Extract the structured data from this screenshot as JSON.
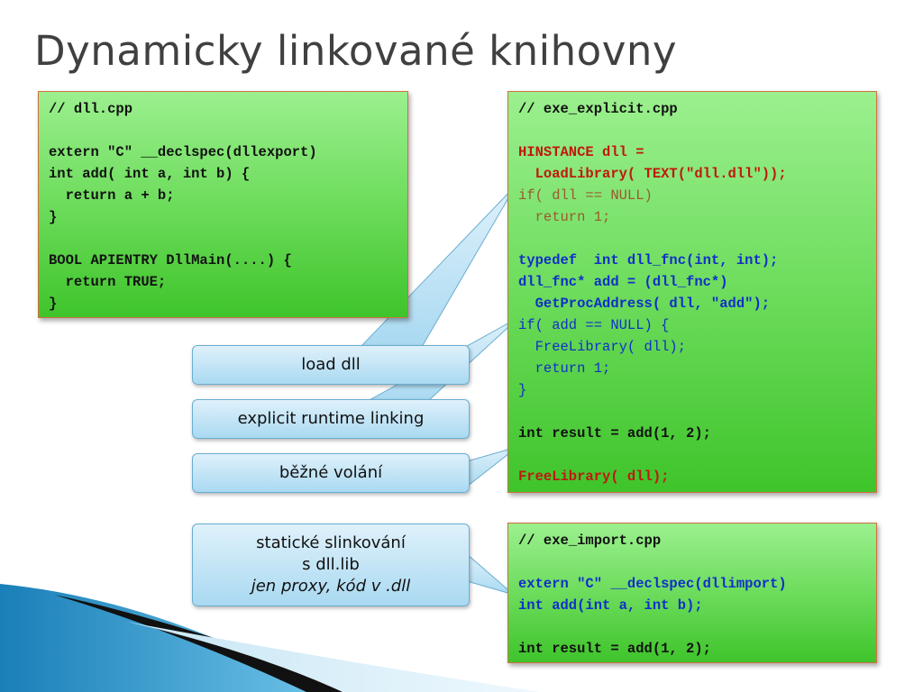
{
  "slide": {
    "title": "Dynamicky linkované knihovny"
  },
  "dll_box": {
    "lines": [
      "// dll.cpp",
      "",
      "extern \"C\" __declspec(dllexport)",
      "int add( int a, int b) {",
      "  return a + b;",
      "}",
      "",
      "BOOL APIENTRY DllMain(....) {",
      "  return TRUE;",
      "}"
    ]
  },
  "explicit_box": {
    "lines": [
      "// exe_explicit.cpp",
      "",
      "HINSTANCE dll =",
      "  LoadLibrary( TEXT(\"dll.dll\"));",
      "if( dll == NULL)",
      "  return 1;",
      "",
      "typedef  int dll_fnc(int, int);",
      "dll_fnc* add = (dll_fnc*)",
      "  GetProcAddress( dll, \"add\");",
      "if( add == NULL) {",
      "  FreeLibrary( dll);",
      "  return 1;",
      "}",
      "",
      "int result = add(1, 2);",
      "",
      "FreeLibrary( dll);"
    ]
  },
  "import_box": {
    "lines": [
      "// exe_import.cpp",
      "",
      "extern \"C\" __declspec(dllimport)",
      "int add(int a, int b);",
      "",
      "int result = add(1, 2);"
    ]
  },
  "callouts": {
    "load_dll": "load dll",
    "explicit_linking": "explicit runtime linking",
    "normal_call": "běžné volání",
    "static_line1": "statické slinkování",
    "static_line2": "s dll.lib",
    "static_line3": "jen proxy, kód v .dll"
  },
  "colors": {
    "code_black": "#111111",
    "code_red": "#c0180e",
    "code_blue": "#1030c8",
    "code_brown": "#9a5a2e",
    "box_green": "#6ddc5c",
    "callout_blue": "#a9d9f1"
  }
}
